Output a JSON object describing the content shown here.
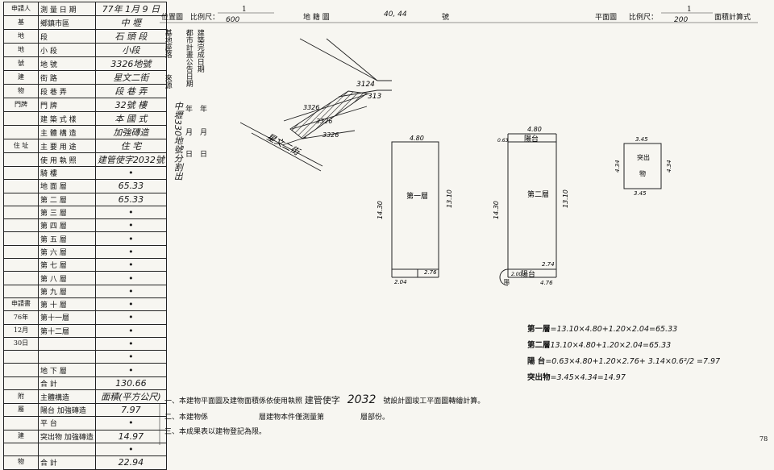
{
  "form": {
    "applicant_label": "申請人",
    "rows": [
      {
        "a": "",
        "b": "測 量 日 期",
        "c": "77年 1月 9 日"
      },
      {
        "a": "基",
        "b": "鄉鎮市區",
        "c": "中 壢"
      },
      {
        "a": "地",
        "b": "段",
        "c": "石 頭 段"
      },
      {
        "a": "地",
        "b": "小 段",
        "c": "小段"
      },
      {
        "a": "號",
        "b": "地 號",
        "c": "3326地號"
      },
      {
        "a": "建",
        "b": "街 路",
        "c": "星文二街"
      },
      {
        "a": "物",
        "b": "段 巷 弄",
        "c": "段 巷 弄"
      },
      {
        "a": "門牌",
        "b": "門 牌",
        "c": "32號 樓"
      },
      {
        "a": "",
        "b": "建 築 式 樣",
        "c": "本 國 式"
      },
      {
        "a": "",
        "b": "主 體 構 造",
        "c": "加強磚造"
      },
      {
        "a": "住 址",
        "b": "主 要 用 途",
        "c": "住 宅"
      },
      {
        "a": "",
        "b": "使 用 執 照",
        "c": "建管使字2032號"
      },
      {
        "a": "",
        "b": "騎 樓",
        "c": "•"
      },
      {
        "a": "",
        "b": "地 面 層",
        "c": "65.33"
      },
      {
        "a": "",
        "b": "第 二 層",
        "c": "65.33"
      },
      {
        "a": "",
        "b": "第 三 層",
        "c": "•"
      },
      {
        "a": "",
        "b": "第 四 層",
        "c": "•"
      },
      {
        "a": "",
        "b": "第 五 層",
        "c": "•"
      },
      {
        "a": "",
        "b": "第 六 層",
        "c": "•"
      },
      {
        "a": "",
        "b": "第 七 層",
        "c": "•"
      },
      {
        "a": "",
        "b": "第 八 層",
        "c": "•"
      },
      {
        "a": "",
        "b": "第 九 層",
        "c": "•"
      },
      {
        "a": "申請書",
        "b": "第 十 層",
        "c": "•"
      },
      {
        "a": "76年",
        "b": "第十一層",
        "c": "•"
      },
      {
        "a": "12月",
        "b": "第十二層",
        "c": "•"
      },
      {
        "a": "30日",
        "b": "",
        "c": "•"
      },
      {
        "a": "",
        "b": "",
        "c": "•"
      },
      {
        "a": "",
        "b": "地 下 層",
        "c": "•"
      },
      {
        "a": "",
        "b": "合 計",
        "c": "130.66"
      },
      {
        "a": "附",
        "b": "主體構造",
        "c": "面積(平方公尺)"
      },
      {
        "a": "屬",
        "b": "陽台 加強磚造",
        "c": "7.97"
      },
      {
        "a": "",
        "b": "平 台",
        "c": "•"
      },
      {
        "a": "建",
        "b": "突出物 加強磚造",
        "c": "14.97"
      },
      {
        "a": "",
        "b": "",
        "c": "•"
      },
      {
        "a": "物",
        "b": "合 計",
        "c": "22.94"
      }
    ]
  },
  "header": {
    "location_plan": "位置圖",
    "scale_label": "比例尺：",
    "scale1_num": "1",
    "scale1_den": "600",
    "map_sheet": "地 籍 圖",
    "sheet_no": "40, 44",
    "sheet_suffix": "號",
    "floor_plan": "平面圖",
    "scale2_label": "比例尺：",
    "scale2_num": "1",
    "scale2_den": "200",
    "area_calc": "面積計算式"
  },
  "vertical_labels": {
    "base": "基地座落",
    "source": "來源",
    "plan": "都市計畫公告日期",
    "completion": "建築完成日期",
    "year": "年",
    "month": "月",
    "day": "日",
    "handwritten": "中壢330地號分割出"
  },
  "site_plan": {
    "lot_main": "3326",
    "lot_a": "3124",
    "lot_b": "313",
    "lot_c": "3326",
    "lot_d": "3326",
    "street": "星文二街"
  },
  "floor1": {
    "label": "第一層",
    "width": "4.80",
    "left": "14.30",
    "right": "13.10",
    "bottom_a": "2.04",
    "bottom_b": "2.76"
  },
  "floor2": {
    "label": "第二層",
    "width": "4.80",
    "left": "14.30",
    "right": "13.10",
    "top_bal": "陽台",
    "bottom_bal": "陽台",
    "dim_a": "0.63",
    "dim_b": "2.74",
    "dim_c": "2.00",
    "dim_d": "4.76",
    "bal_circle": "陽"
  },
  "projection": {
    "label": "突出物",
    "top": "3.45",
    "left": "4.34",
    "right": "4.34",
    "bottom": "3.45"
  },
  "calcs": [
    {
      "label": "第一層",
      "expr": "=13.10×4.80+1.20×2.04=65.33"
    },
    {
      "label": "第二層",
      "expr": "13.10×4.80+1.20×2.04=65.33"
    },
    {
      "label": "陽  台",
      "expr": "=0.63×4.80+1.20×2.76+ 3.14×0.6²/2 =7.97"
    },
    {
      "label": "突出物",
      "expr": "=3.45×4.34=14.97"
    }
  ],
  "notes": {
    "n1_pre": "一、本建物平面圖及建物面積係依使用執照",
    "n1_mid": "建管使字",
    "n1_num": "2032",
    "n1_post": "號設計圖竣工平面圖轉繪計算。",
    "n2": "二、本建物係　　　　　　　層建物本件僅測量第　　　　　層部份。",
    "n3": "三、本成果表以建物登記為限。",
    "page_no": "78"
  }
}
